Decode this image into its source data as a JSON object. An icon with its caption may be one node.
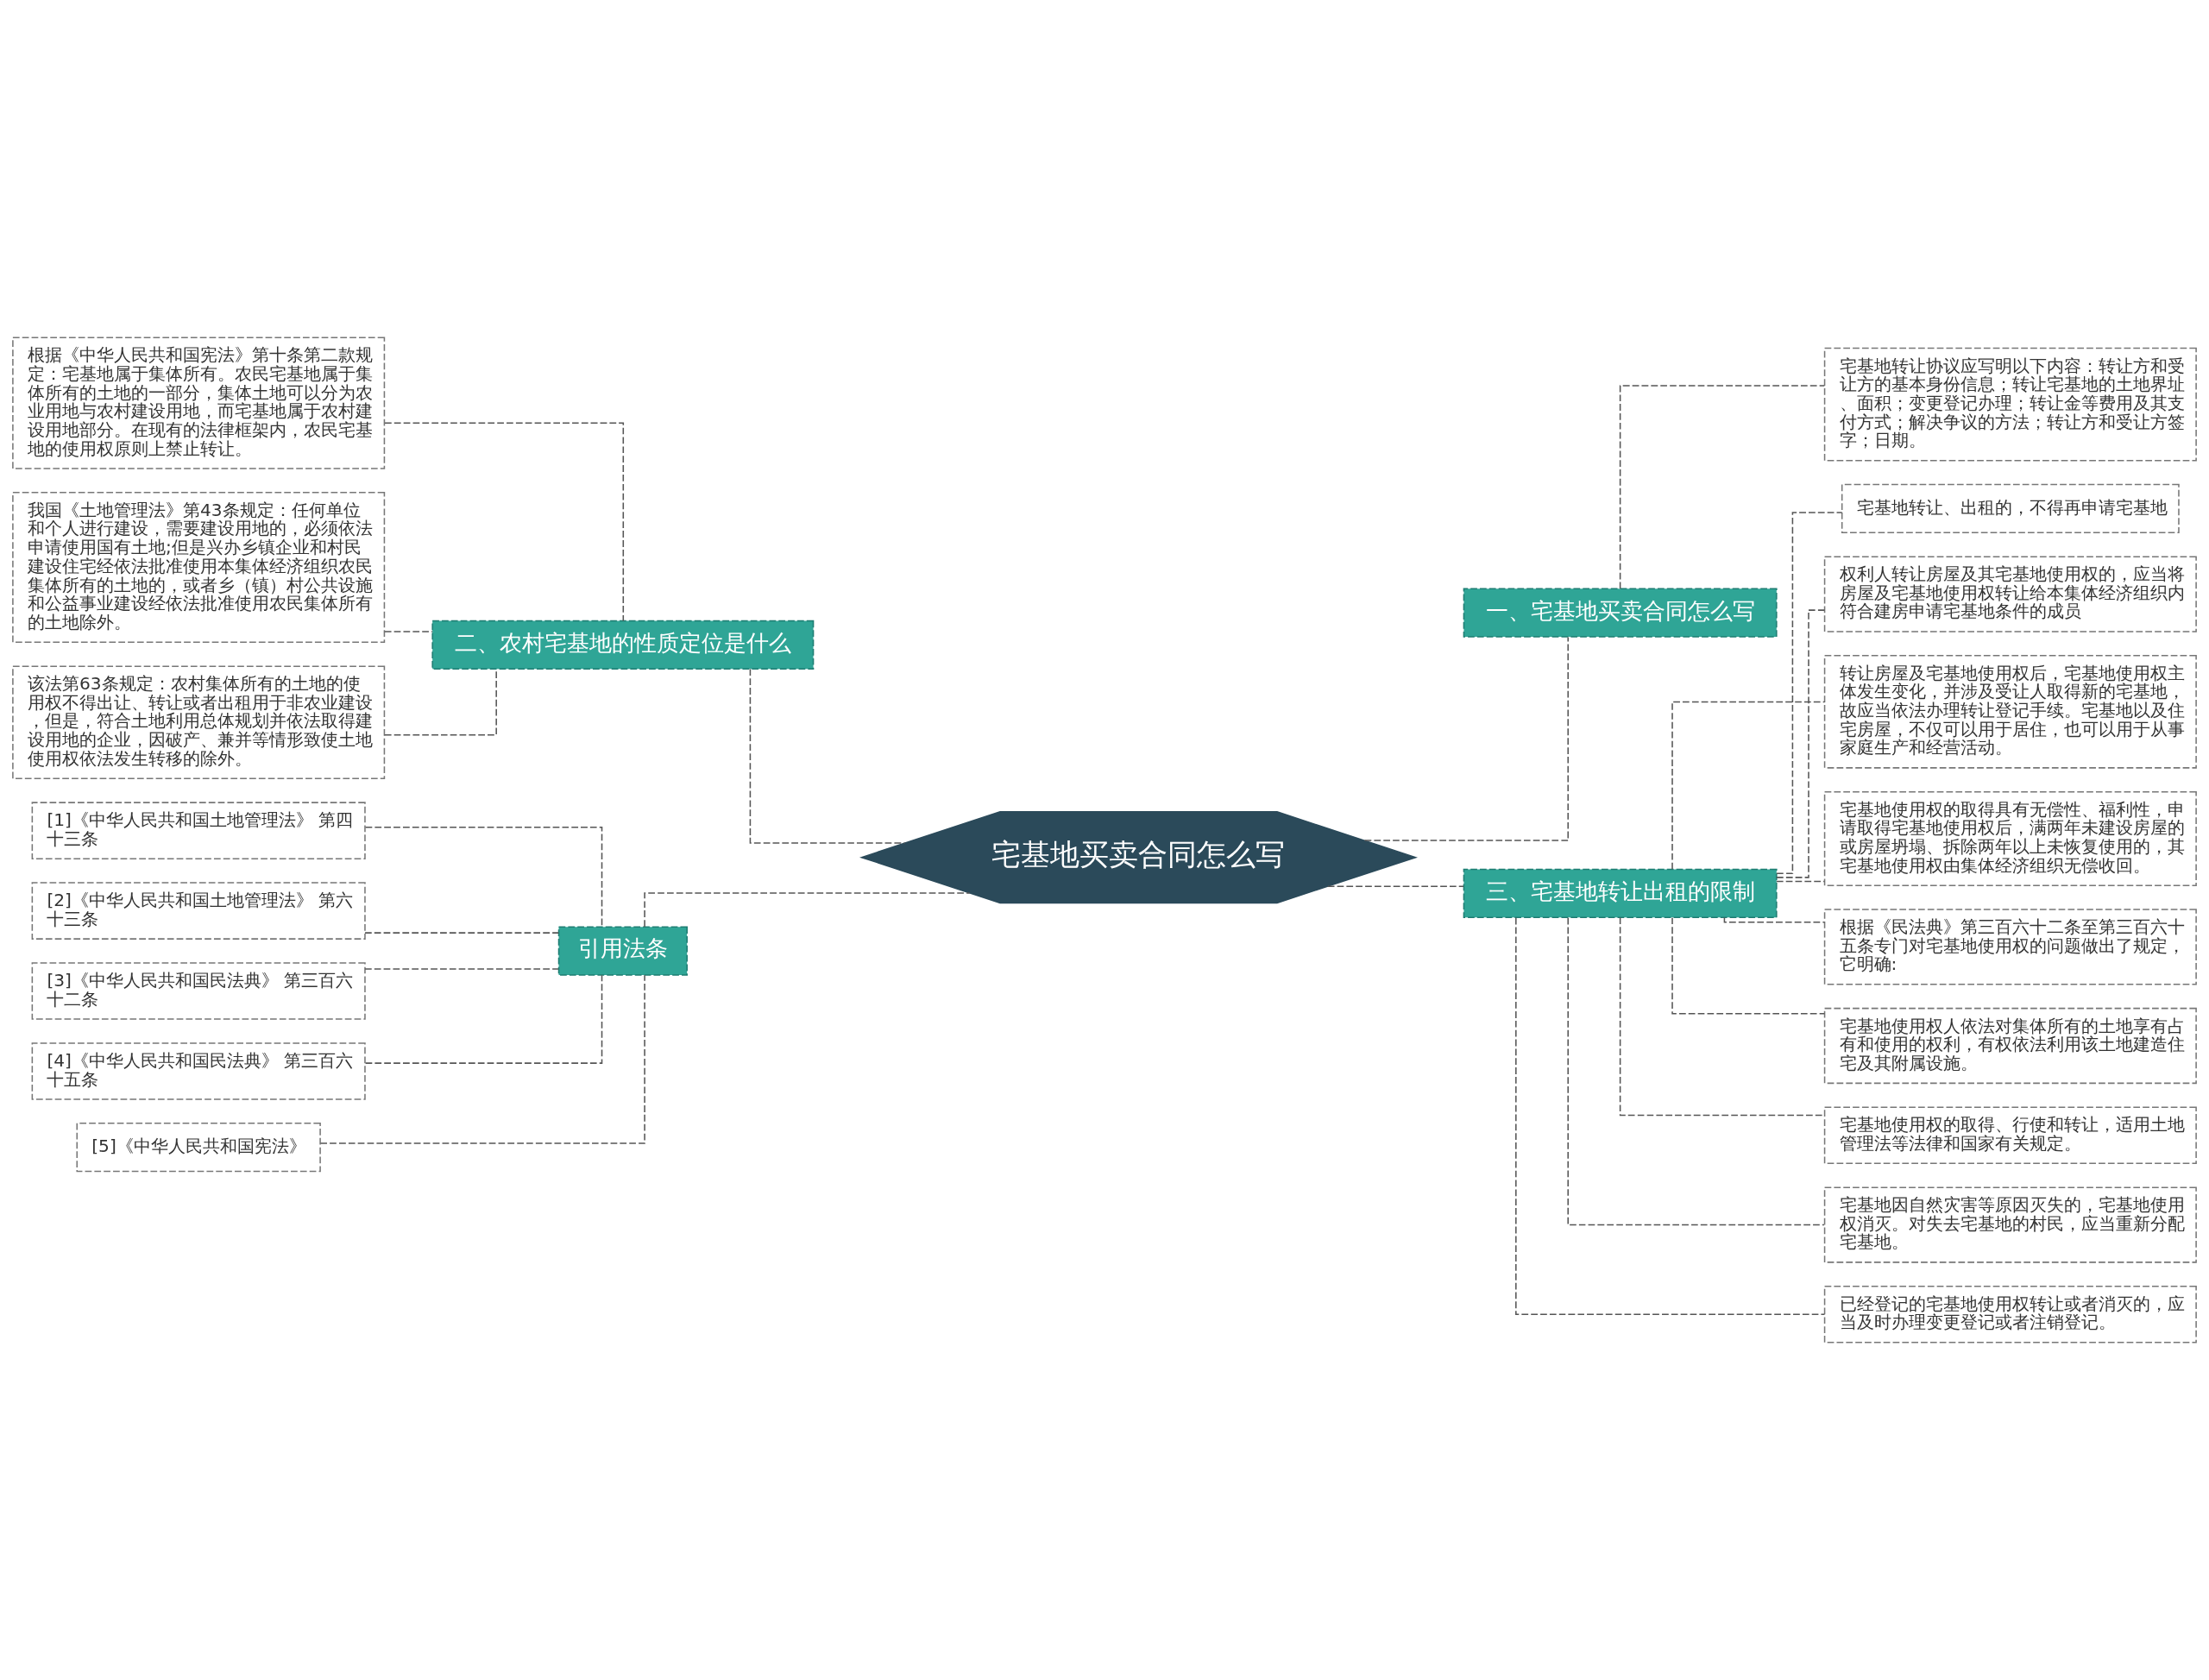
{
  "diagram": {
    "nodes": [
      {
        "text": [
          "宅基地买卖合同怎么写"
        ]
      },
      {
        "text": [
          "一、宅基地买卖合同怎么写"
        ]
      },
      {
        "text": [
          "宅基地转让协议应写明以下内容：转让方和受让方的基本身份信息；转让宅基地的土地界址、面积；变更登记办理；转让金等费用及其支付方式；解决争议的方法；转让方和受让方签字；日期。"
        ]
      },
      {
        "text": [
          "二、农村宅基地的性质定位是什么"
        ]
      },
      {
        "text": [
          "根据《中华人民共和国宪法》第十条第二款规定：宅基地属于集体所有。农民宅基地属于集体所有的土地的一部分，集体土地可以分为农业用地与农村建设用地，而宅基地属于农村建设用地部分。在现有的法律框架内，农民宅基地的使用权原则上禁止转让。"
        ]
      },
      {
        "text": [
          "我国《土地管理法》第43条规定：任何单位和个人进行建设，需要建设用地的，必须依法申请使用国有土地;但是兴办乡镇企业和村民建设住宅经依法批准使用本集体经济组织农民集体所有的土地的，或者乡（镇）村公共设施和公益事业建设经依法批准使用农民集体所有的土地除外。"
        ]
      },
      {
        "text": [
          "该法第63条规定：农村集体所有的土地的使用权不得出让、转让或者出租用于非农业建设，但是，符合土地利用总体规划并依法取得建设用地的企业，因破产、兼并等情形致使土地使用权依法发生转移的除外。"
        ]
      },
      {
        "text": [
          "三、宅基地转让出租的限制"
        ]
      },
      {
        "text": [
          "宅基地转让、出租的，不得再申请宅基地"
        ]
      },
      {
        "text": [
          "权利人转让房屋及其宅基地使用权的，应当将房屋及宅基地使用权转让给本集体经济组织内符合建房申请宅基地条件的成员"
        ]
      },
      {
        "text": [
          "转让房屋及宅基地使用权后，宅基地使用权主体发生变化，并涉及受让人取得新的宅基地，故应当依法办理转让登记手续。宅基地以及住宅房屋，不仅可以用于居住，也可以用于从事家庭生产和经营活动。"
        ]
      },
      {
        "text": [
          "宅基地使用权的取得具有无偿性、福利性，申请取得宅基地使用权后，满两年未建设房屋的或房屋坍塌、拆除两年以上未恢复使用的，其宅基地使用权由集体经济组织无偿收回。"
        ]
      },
      {
        "text": [
          "根据《民法典》第三百六十二条至第三百六十五条专门对宅基地使用权的问题做出了规定，它明确:"
        ]
      },
      {
        "text": [
          "宅基地使用权人依法对集体所有的土地享有占有和使用的权利，有权依法利用该土地建造住宅及其附属设施。"
        ]
      },
      {
        "text": [
          "宅基地使用权的取得、行使和转让，适用土地管理法等法律和国家有关规定。"
        ]
      },
      {
        "text": [
          "宅基地因自然灾害等原因灭失的，宅基地使用权消灭。对失去宅基地的村民，应当重新分配宅基地。"
        ]
      },
      {
        "text": [
          "已经登记的宅基地使用权转让或者消灭的，应当及时办理变更登记或者注销登记。"
        ]
      },
      {
        "text": [
          "引用法条"
        ]
      },
      {
        "text": [
          "[1]《中华人民共和国土地管理法》 第四十三条"
        ]
      },
      {
        "text": [
          "[2]《中华人民共和国土地管理法》 第六十三条"
        ]
      },
      {
        "text": [
          "[3]《中华人民共和国民法典》 第三百六十二条"
        ]
      },
      {
        "text": [
          "[4]《中华人民共和国民法典》 第三百六十五条"
        ]
      },
      {
        "text": [
          "[5]《中华人民共和国宪法》"
        ]
      }
    ],
    "edges": [
      {
        "from": 0,
        "to": 1,
        "arrow": "none",
        "style": "dashed"
      },
      {
        "from": 1,
        "to": 2,
        "arrow": "none",
        "style": "dashed"
      },
      {
        "from": 3,
        "to": 0,
        "arrow": "none",
        "style": "dashed"
      },
      {
        "from": 4,
        "to": 3,
        "arrow": "none",
        "style": "dashed"
      },
      {
        "from": 5,
        "to": 3,
        "arrow": "none",
        "style": "dashed"
      },
      {
        "from": 6,
        "to": 3,
        "arrow": "none",
        "style": "dashed"
      },
      {
        "from": 0,
        "to": 7,
        "arrow": "none",
        "style": "dashed"
      },
      {
        "from": 7,
        "to": 8,
        "arrow": "none",
        "style": "dashed"
      },
      {
        "from": 7,
        "to": 9,
        "arrow": "none",
        "style": "dashed"
      },
      {
        "from": 7,
        "to": 10,
        "arrow": "none",
        "style": "dashed"
      },
      {
        "from": 7,
        "to": 11,
        "arrow": "none",
        "style": "dashed"
      },
      {
        "from": 7,
        "to": 12,
        "arrow": "none",
        "style": "dashed"
      },
      {
        "from": 7,
        "to": 13,
        "arrow": "none",
        "style": "dashed"
      },
      {
        "from": 7,
        "to": 14,
        "arrow": "none",
        "style": "dashed"
      },
      {
        "from": 7,
        "to": 15,
        "arrow": "none",
        "style": "dashed"
      },
      {
        "from": 7,
        "to": 16,
        "arrow": "none",
        "style": "dashed"
      },
      {
        "from": 17,
        "to": 0,
        "arrow": "none",
        "style": "dashed"
      },
      {
        "from": 18,
        "to": 17,
        "arrow": "none",
        "style": "dashed"
      },
      {
        "from": 19,
        "to": 17,
        "arrow": "none",
        "style": "dashed"
      },
      {
        "from": 20,
        "to": 17,
        "arrow": "none",
        "style": "dashed"
      },
      {
        "from": 21,
        "to": 17,
        "arrow": "none",
        "style": "dashed"
      },
      {
        "from": 22,
        "to": 17,
        "arrow": "none",
        "style": "dashed"
      }
    ]
  }
}
